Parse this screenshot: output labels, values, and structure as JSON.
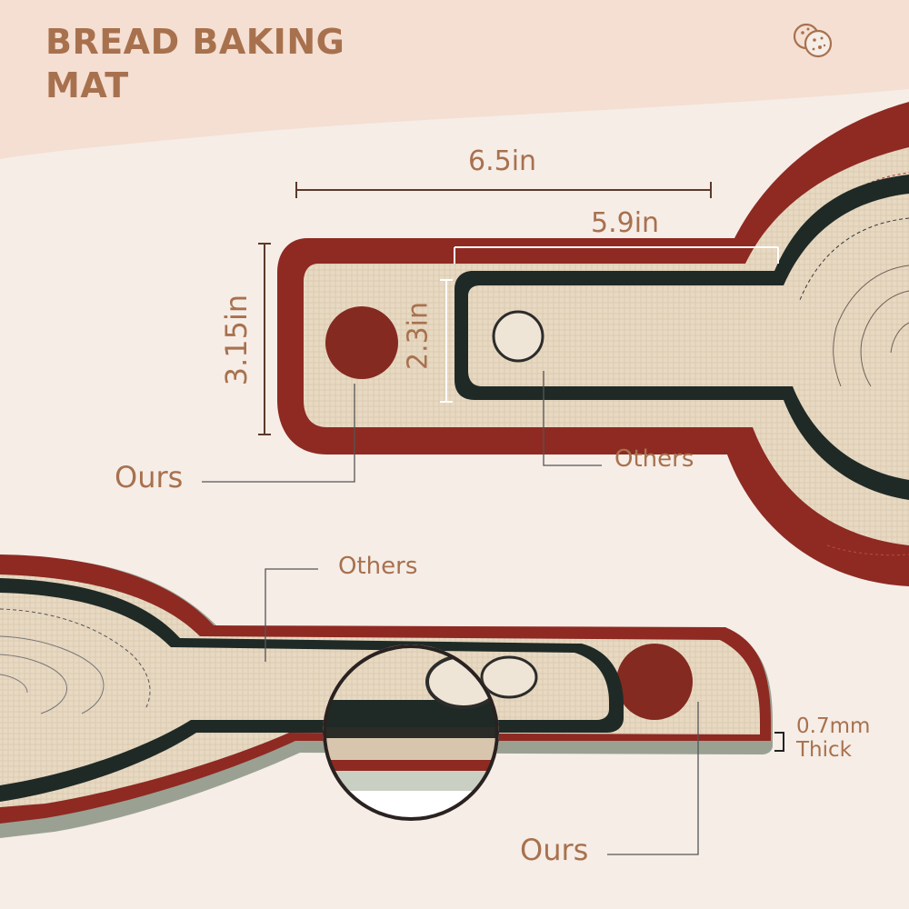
{
  "title": {
    "line1": "BREAD BAKING",
    "line2": "MAT"
  },
  "icons": {
    "top_right": "cookie-icon"
  },
  "dimensions": {
    "ours_width": "6.5in",
    "others_width": "5.9in",
    "ours_height": "3.15in",
    "others_height": "2.3in"
  },
  "labels": {
    "ours_top": "Ours",
    "others_top": "Others",
    "others_bottom": "Others",
    "ours_bottom": "Ours",
    "thickness_line1": "0.7mm",
    "thickness_line2": "Thick"
  },
  "colors": {
    "text_accent": "#a8714e",
    "background": "#f6ede7",
    "header_band": "#f4dfd2",
    "mat_red": "#8e2a22",
    "mat_beige": "#e6d6bf",
    "mat_dark": "#1f2a26",
    "ours_dot": "#842a20"
  }
}
